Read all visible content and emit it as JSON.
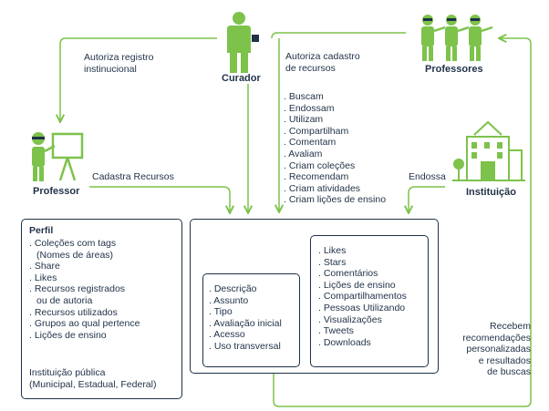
{
  "actors": {
    "curador": "Curador",
    "professores": "Professores",
    "professor": "Professor",
    "instituicao": "Instituição"
  },
  "flows": {
    "autoriza_registro": [
      "Autoriza registro",
      "instinucional"
    ],
    "autoriza_cadastro": [
      "Autoriza cadastro",
      "de recursos"
    ],
    "cadastra_recursos": "Cadastra Recursos",
    "endossa": "Endossa",
    "recebem": [
      "Recebem",
      "recomendações",
      "personalizadas",
      "e resultados",
      "de buscas"
    ]
  },
  "actions": [
    "Buscam",
    "Endossam",
    "Utilizam",
    "Compartilham",
    "Comentam",
    "Avaliam",
    "Criam coleções",
    "Recomendam",
    "Criam atividades",
    "Criam lições de ensino"
  ],
  "perfil": {
    "title": "Perfil",
    "items": [
      [
        "Coleções com tags",
        "(Nomes de áreas)"
      ],
      [
        "Share"
      ],
      [
        "Likes"
      ],
      [
        "Recursos registrados",
        "ou de autoria"
      ],
      [
        "Recursos utilizados"
      ],
      [
        "Grupos ao qual pertence"
      ],
      [
        "Lições de ensino"
      ]
    ],
    "instituicao_title": "Instituição pública",
    "instituicao_types": "(Municipal, Estadual, Federal)"
  },
  "recurso_attributes": [
    "Descrição",
    "Assunto",
    "Tipo",
    "Avaliação inicial",
    "Acesso",
    "Uso transversal"
  ],
  "recurso_metrics": [
    "Likes",
    "Stars",
    "Comentários",
    "Lições de ensino",
    "Compartilhamentos",
    "Pessoas Utilizando",
    "Visualizações",
    "Tweets",
    "Downloads"
  ],
  "colors": {
    "green": "#7dc24b",
    "navy": "#1f3147"
  }
}
